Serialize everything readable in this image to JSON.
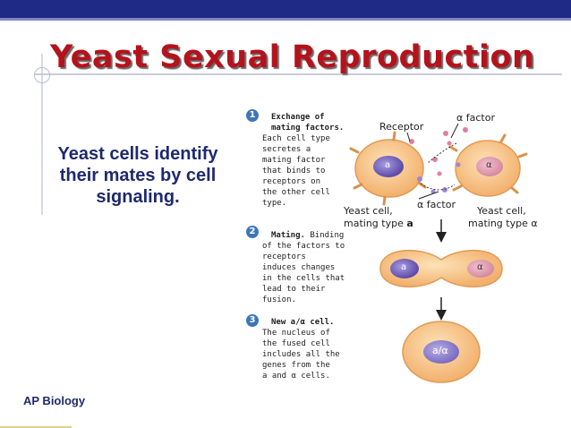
{
  "slide": {
    "title": "Yeast Sexual Reproduction",
    "bullet_line1": "Yeast cells identify",
    "bullet_line2": "their mates by cell",
    "bullet_line3": "signaling.",
    "footer": "AP Biology"
  },
  "figure": {
    "steps": [
      {
        "number": "1",
        "heading1": "Exchange of",
        "heading2": "mating factors.",
        "lines": [
          "Each cell type",
          "secretes a",
          "mating factor",
          "that binds to",
          "receptors on",
          "the other cell",
          "type."
        ]
      },
      {
        "number": "2",
        "heading1": "Mating.",
        "lines_first": "Binding",
        "lines": [
          "of the factors to",
          "receptors",
          "induces changes",
          "in the cells that",
          "lead to their",
          "fusion."
        ]
      },
      {
        "number": "3",
        "heading1": "New a/α cell.",
        "lines": [
          "The nucleus of",
          "the fused cell",
          "includes all the",
          "genes from the",
          "a and α cells."
        ]
      }
    ],
    "labels": {
      "receptor": "Receptor",
      "alpha_factor_top": "α factor",
      "alpha_factor_mid": "α factor",
      "cell_a_line1": "Yeast cell,",
      "cell_a_line2": "mating type",
      "cell_a_type": "a",
      "cell_alpha_line1": "Yeast cell,",
      "cell_alpha_line2": "mating type α",
      "nucleus_a": "a",
      "nucleus_alpha": "α",
      "fused_a": "a",
      "fused_alpha": "α",
      "new_cell": "a/α"
    },
    "colors": {
      "cell_fill": "#f6c98c",
      "cell_edge": "#e8a25c",
      "nucleus_a": "#7a6cc0",
      "nucleus_alpha": "#d98aa0",
      "step_number": "#3e77b8",
      "title": "#b5121b"
    }
  }
}
